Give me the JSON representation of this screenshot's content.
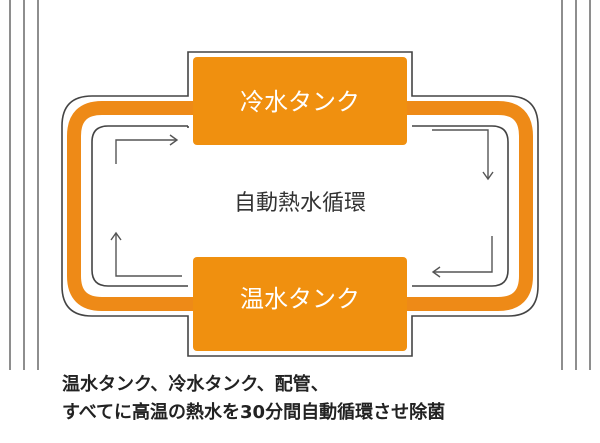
{
  "diagram": {
    "cold_tank_label": "冷水タンク",
    "hot_tank_label": "温水タンク",
    "center_label": "自動熱水循環",
    "caption_line1": "温水タンク、冷水タンク、配管、",
    "caption_line2": "すべてに高温の熱水を30分間自動循環させ除菌"
  },
  "colors": {
    "accent_orange": "#ee8a17",
    "tank_orange": "#f0900f",
    "outline_dark": "#444444",
    "arrow_gray": "#555555",
    "side_lines": "#444444"
  },
  "icons": [
    "flow-arrow-icon"
  ]
}
